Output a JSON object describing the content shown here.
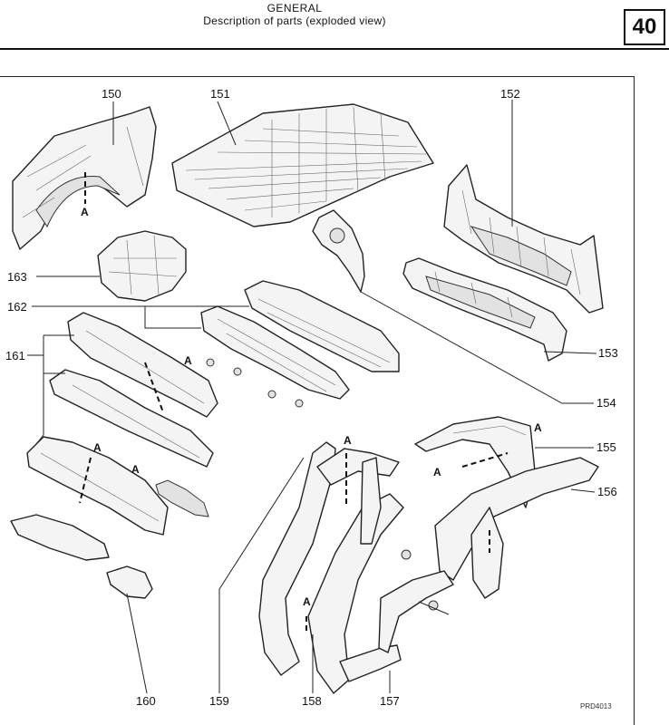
{
  "header": {
    "section": "GENERAL",
    "subtitle": "Description of parts (exploded view)",
    "chapter": "40"
  },
  "labels": {
    "p150": "150",
    "p151": "151",
    "p152": "152",
    "p153": "153",
    "p154": "154",
    "p155": "155",
    "p156": "156",
    "p157": "157",
    "p158": "158",
    "p159": "159",
    "p160": "160",
    "p161": "161",
    "p162": "162",
    "p163": "163"
  },
  "section_marker": "A",
  "drawing_ref": "PRD4013"
}
